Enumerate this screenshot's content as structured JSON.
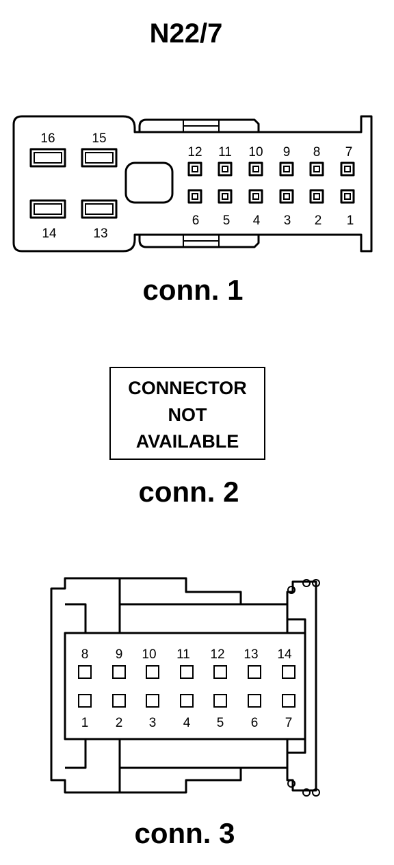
{
  "title": "N22/7",
  "connectors": [
    {
      "label": "conn. 1",
      "large_pins": [
        "16",
        "15",
        "14",
        "13"
      ],
      "top_row": [
        "12",
        "11",
        "10",
        "9",
        "8",
        "7"
      ],
      "bottom_row": [
        "6",
        "5",
        "4",
        "3",
        "2",
        "1"
      ]
    },
    {
      "label": "conn. 2",
      "notice": [
        "CONNECTOR",
        "NOT",
        "AVAILABLE"
      ]
    },
    {
      "label": "conn. 3",
      "top_row": [
        "8",
        "9",
        "10",
        "11",
        "12",
        "13",
        "14"
      ],
      "bottom_row": [
        "1",
        "2",
        "3",
        "4",
        "5",
        "6",
        "7"
      ]
    }
  ]
}
